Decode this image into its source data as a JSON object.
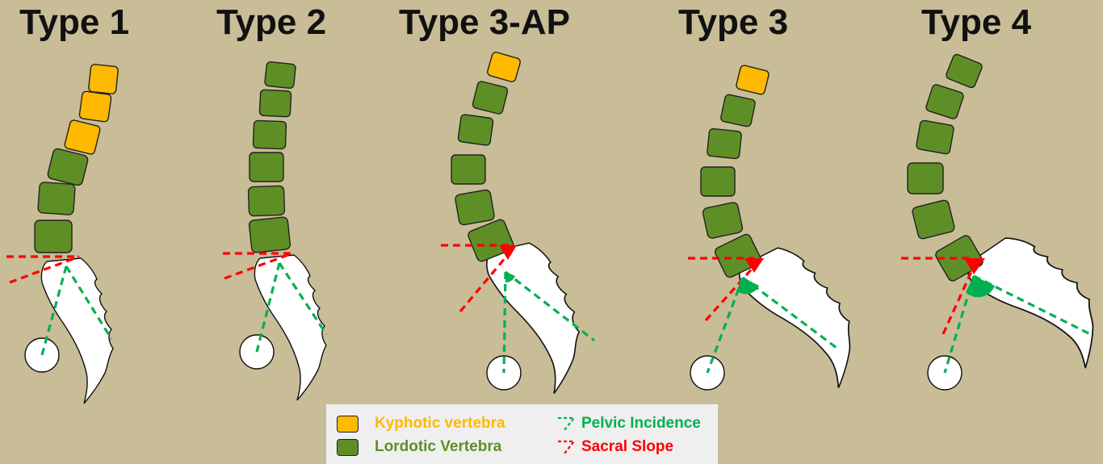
{
  "types": [
    {
      "id": "type-1",
      "title": "Type 1"
    },
    {
      "id": "type-2",
      "title": "Type 2"
    },
    {
      "id": "type-3-ap",
      "title": "Type 3-AP"
    },
    {
      "id": "type-3",
      "title": "Type 3"
    },
    {
      "id": "type-4",
      "title": "Type 4"
    }
  ],
  "legend": {
    "kyphotic": {
      "label": "Kyphotic vertebra",
      "color": "#ffb900"
    },
    "lordotic": {
      "label": "Lordotic Vertebra",
      "color": "#5e8f26"
    },
    "pelvic_incidence": {
      "label": "Pelvic Incidence",
      "color": "#00b050"
    },
    "sacral_slope": {
      "label": "Sacral Slope",
      "color": "#ff0000"
    }
  },
  "colors": {
    "background": "#c8bd97",
    "kyphotic": "#ffb900",
    "lordotic": "#5e8f26",
    "pelvic_incidence": "#00b050",
    "sacral_slope": "#ff0000",
    "bone": "#ffffff"
  }
}
